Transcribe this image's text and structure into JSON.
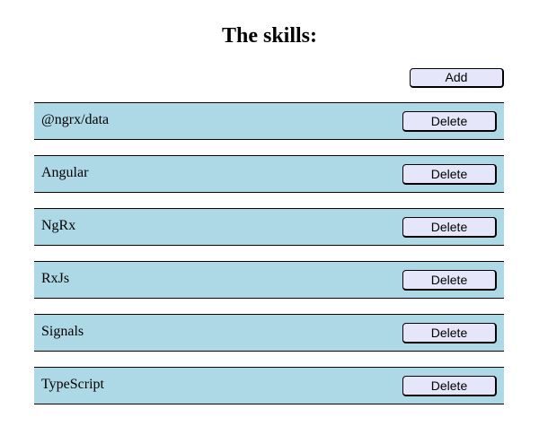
{
  "page": {
    "title": "The skills:"
  },
  "toolbar": {
    "add_label": "Add"
  },
  "skills": [
    {
      "name": "@ngrx/data",
      "delete_label": "Delete"
    },
    {
      "name": "Angular",
      "delete_label": "Delete"
    },
    {
      "name": "NgRx",
      "delete_label": "Delete"
    },
    {
      "name": "RxJs",
      "delete_label": "Delete"
    },
    {
      "name": "Signals",
      "delete_label": "Delete"
    },
    {
      "name": "TypeScript",
      "delete_label": "Delete"
    }
  ],
  "colors": {
    "row_background": "#add8e6",
    "button_background": "#e6e6fa",
    "border": "#000000"
  }
}
